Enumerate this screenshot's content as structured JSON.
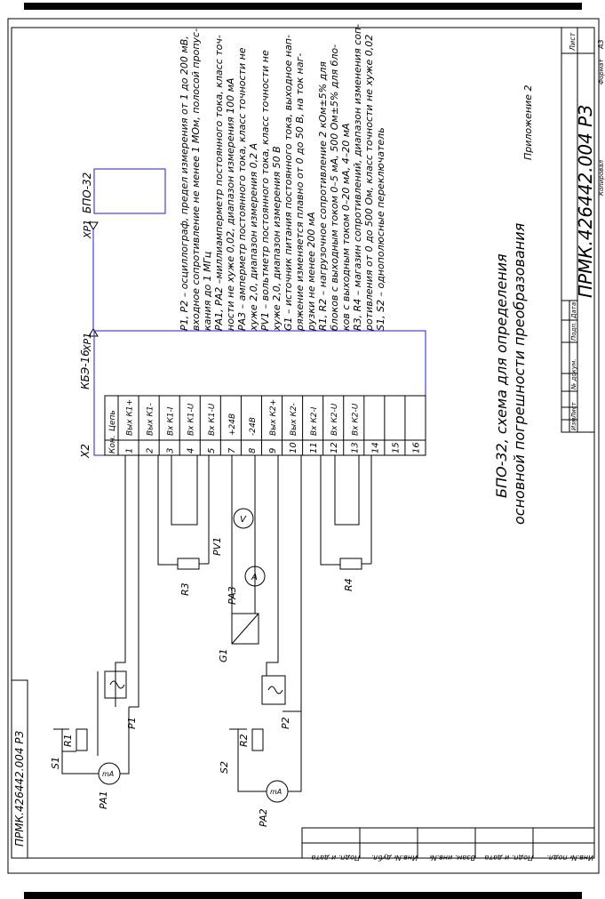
{
  "appendix": "Приложение 2",
  "doc_code": "ПРМК.426442.004 РЗ",
  "doc_code_margin": "ПРМК.426442.004 РЗ",
  "sheet_label": "Лист",
  "format_label": "Формат",
  "format_value": "А3",
  "copied_label": "Копировал",
  "title_line1": "БПО-32, схема для определения",
  "title_line2": "основной погрешности преобразования",
  "stamp": {
    "izm": "Изм",
    "list": "Лист",
    "ndoc": "№ докум.",
    "podp": "Подп.",
    "data": "Дата"
  },
  "left_strip": [
    "Инв.№ подл.",
    "Подп. и дата",
    "Взам. инв.№",
    "Инв.№ дубл.",
    "Подп. и дата"
  ],
  "device": {
    "name": "БПО-32",
    "connector": "XP1"
  },
  "kbe": {
    "name": "КБЭ-16",
    "connector": "XP1",
    "x2": "X2",
    "header": {
      "pin": "Кон.",
      "circuit": "Цепь"
    },
    "rows": [
      {
        "pin": "1",
        "circuit": "Вых К1+"
      },
      {
        "pin": "2",
        "circuit": "Вых К1-"
      },
      {
        "pin": "3",
        "circuit": "Вх К1-I"
      },
      {
        "pin": "4",
        "circuit": "Вх К1-U"
      },
      {
        "pin": "5",
        "circuit": "Вх К1-U"
      },
      {
        "pin": "7",
        "circuit": "+24В"
      },
      {
        "pin": "8",
        "circuit": "-24В"
      },
      {
        "pin": "9",
        "circuit": "Вых К2+"
      },
      {
        "pin": "10",
        "circuit": "Вых К2-"
      },
      {
        "pin": "11",
        "circuit": "Вх К2-I"
      },
      {
        "pin": "12",
        "circuit": "Вх К2-U"
      },
      {
        "pin": "13",
        "circuit": "Вх К2-U"
      },
      {
        "pin": "14",
        "circuit": ""
      },
      {
        "pin": "15",
        "circuit": ""
      },
      {
        "pin": "16",
        "circuit": ""
      }
    ]
  },
  "components": {
    "r3": "R3",
    "r4": "R4",
    "pa3": "PA3",
    "pv1": "PV1",
    "g1": "G1",
    "p1": "P1",
    "p2": "P2",
    "r1": "R1",
    "r2": "R2",
    "s1": "S1",
    "s2": "S2",
    "pa1": "PA1",
    "pa2": "PA2",
    "a_sym": "A",
    "v_sym": "V",
    "ma_sym": "mA"
  },
  "notes": [
    "Р1, Р2 – осциллограф, предел измерения от 1 до 200 мВ,",
    "входное сопротивление не менее 1 МОм, полосой пропус-",
    "кания до 1 МГц",
    "РА1, РА2 –миллиамперметр постоянного тока, класс точ-",
    "ности не хуже 0,02, диапазон измерения 100 мА",
    "РА3 – амперметр постоянного тока, класс точности не",
    "хуже 2,0, диапазон измерения 0,2 А",
    "PV1 – вольтметр постоянного тока, класс точности не",
    "хуже 2,0, диапазон измерения 50 В",
    "G1 – источник питания постоянного тока, выходное нап-",
    "ряжение изменяется плавно от 0 до 50 В, на ток наг-",
    "рузки не менее 200 мА",
    "R1, R2 – нагрузочное сопротивление 2 кОм±5% для",
    "блоков с выходным током 0–5 мА, 500 Ом±5% для бло-",
    "ков с выходным током 0–20 мА, 4–20 мА",
    "R3, R4 – магазин сопротивлений, диапазон изменения соп-",
    "ротивления от 0 до 500 Ом, класс точности не хуже 0,02",
    "S1, S2 – однополюсные переключатель"
  ]
}
